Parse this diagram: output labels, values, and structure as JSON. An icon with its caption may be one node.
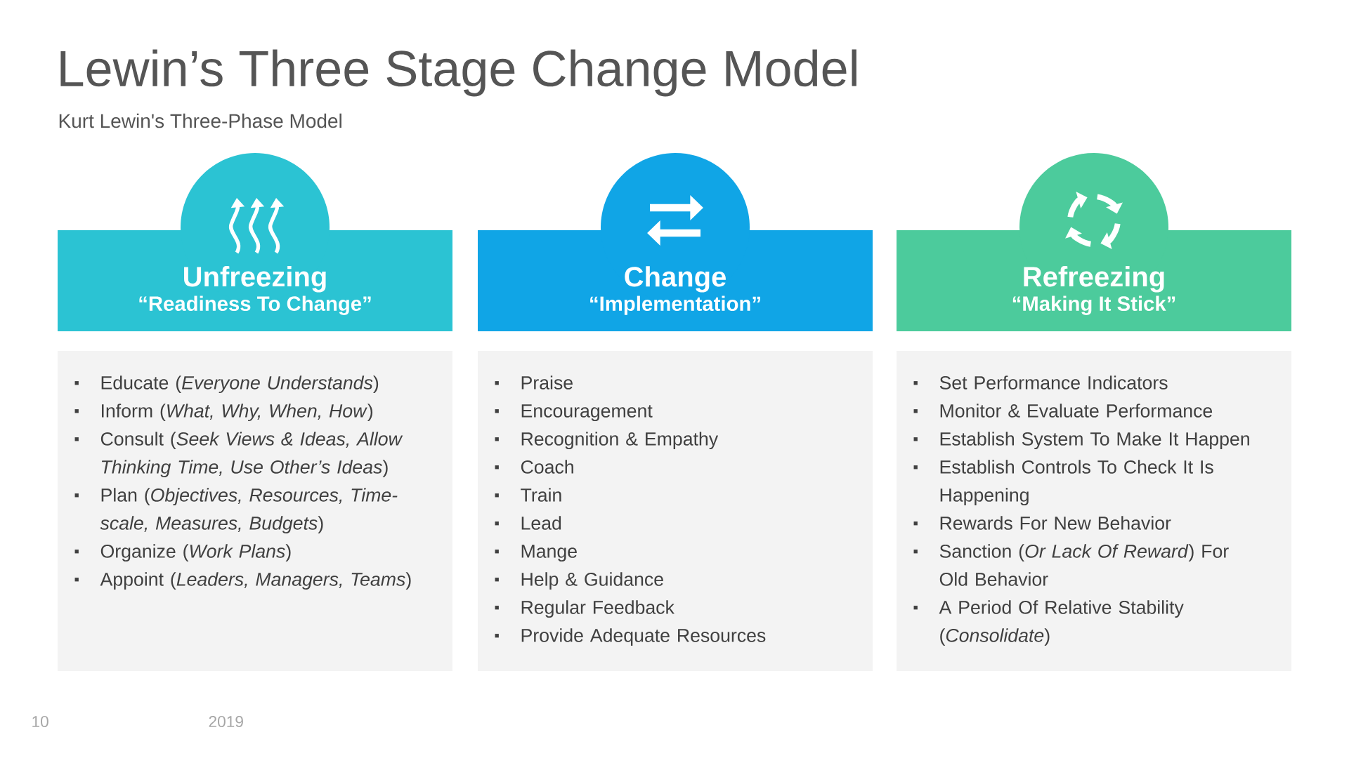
{
  "diagram": {
    "title": "Lewin’s Three Stage Change Model",
    "caption": "Kurt Lewin's Three-Phase Model",
    "nodes": [
      {
        "text": [
          "Unfreezing",
          "“Readiness To Change”"
        ]
      },
      {
        "text": [
          "Change",
          "“Implementation”"
        ]
      },
      {
        "text": [
          "Refreezing",
          "“Making It Stick”"
        ]
      },
      {
        "text": [
          "Educate (*Everyone Understands*)",
          "Inform (*What, Why, When, How*)",
          "Consult (*Seek Views & Ideas, Allow Thinking Time, Use Other’s Ideas*)",
          "Plan (*Objectives, Resources, Time-scale, Measures, Budgets*)",
          "Organize (*Work Plans*)",
          "Appoint (*Leaders, Managers, Teams*)"
        ]
      },
      {
        "text": [
          "Praise",
          "Encouragement",
          "Recognition & Empathy",
          "Coach",
          "Train",
          "Lead",
          "Mange",
          "Help & Guidance",
          "Regular Feedback",
          "Provide Adequate Resources"
        ]
      },
      {
        "text": [
          "Set Performance Indicators",
          "Monitor & Evaluate Performance",
          "Establish System To Make It Happen",
          "Establish Controls To Check It Is Happening",
          "Rewards For New Behavior",
          "Sanction (*Or Lack Of Reward*) For Old Behavior",
          "A Period Of Relative Stability (*Consolidate*)"
        ]
      }
    ],
    "labels": [
      "10",
      "2019"
    ]
  }
}
